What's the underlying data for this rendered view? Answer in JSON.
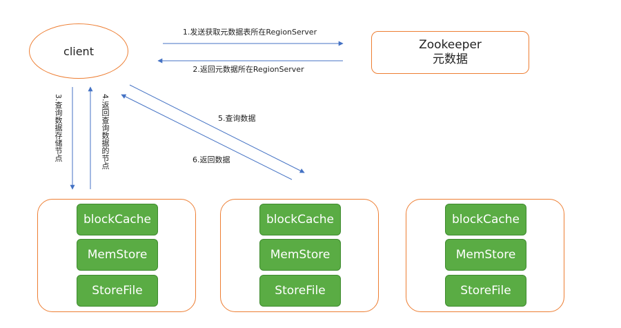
{
  "client": {
    "label": "client"
  },
  "zookeeper": {
    "line1": "Zookeeper",
    "line2": "元数据"
  },
  "arrows": {
    "step1": "1.发送获取元数据表所在RegionServer",
    "step2": "2.返回元数据所在RegionServer",
    "step3": "3.查询数据存储节点",
    "step4": "4.返回查询数据的节点",
    "step5": "5.查询数据",
    "step6": "6.返回数据"
  },
  "region_servers": [
    {
      "stores": [
        "blockCache",
        "MemStore",
        "StoreFile"
      ]
    },
    {
      "stores": [
        "blockCache",
        "MemStore",
        "StoreFile"
      ]
    },
    {
      "stores": [
        "blockCache",
        "MemStore",
        "StoreFile"
      ]
    }
  ],
  "colors": {
    "box_border": "#ed7d31",
    "arrow": "#4472c4",
    "store_fill": "#5aac44"
  }
}
